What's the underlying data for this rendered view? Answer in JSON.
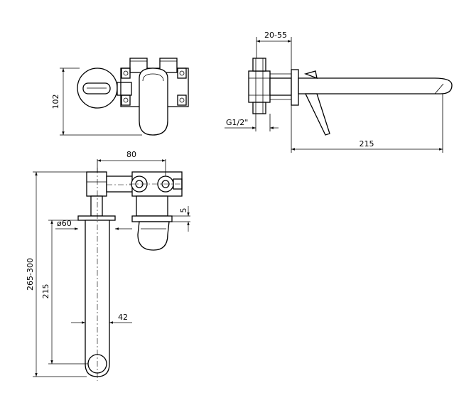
{
  "dimensions": {
    "front_height": "102",
    "side_depth": "20-55",
    "thread": "G1/2\"",
    "spout_length": "215",
    "axis_distance": "80",
    "flange_gap": "5",
    "flange_diameter": "ø60",
    "total_length": "265-300",
    "spout_projection": "215",
    "spout_width": "42"
  }
}
